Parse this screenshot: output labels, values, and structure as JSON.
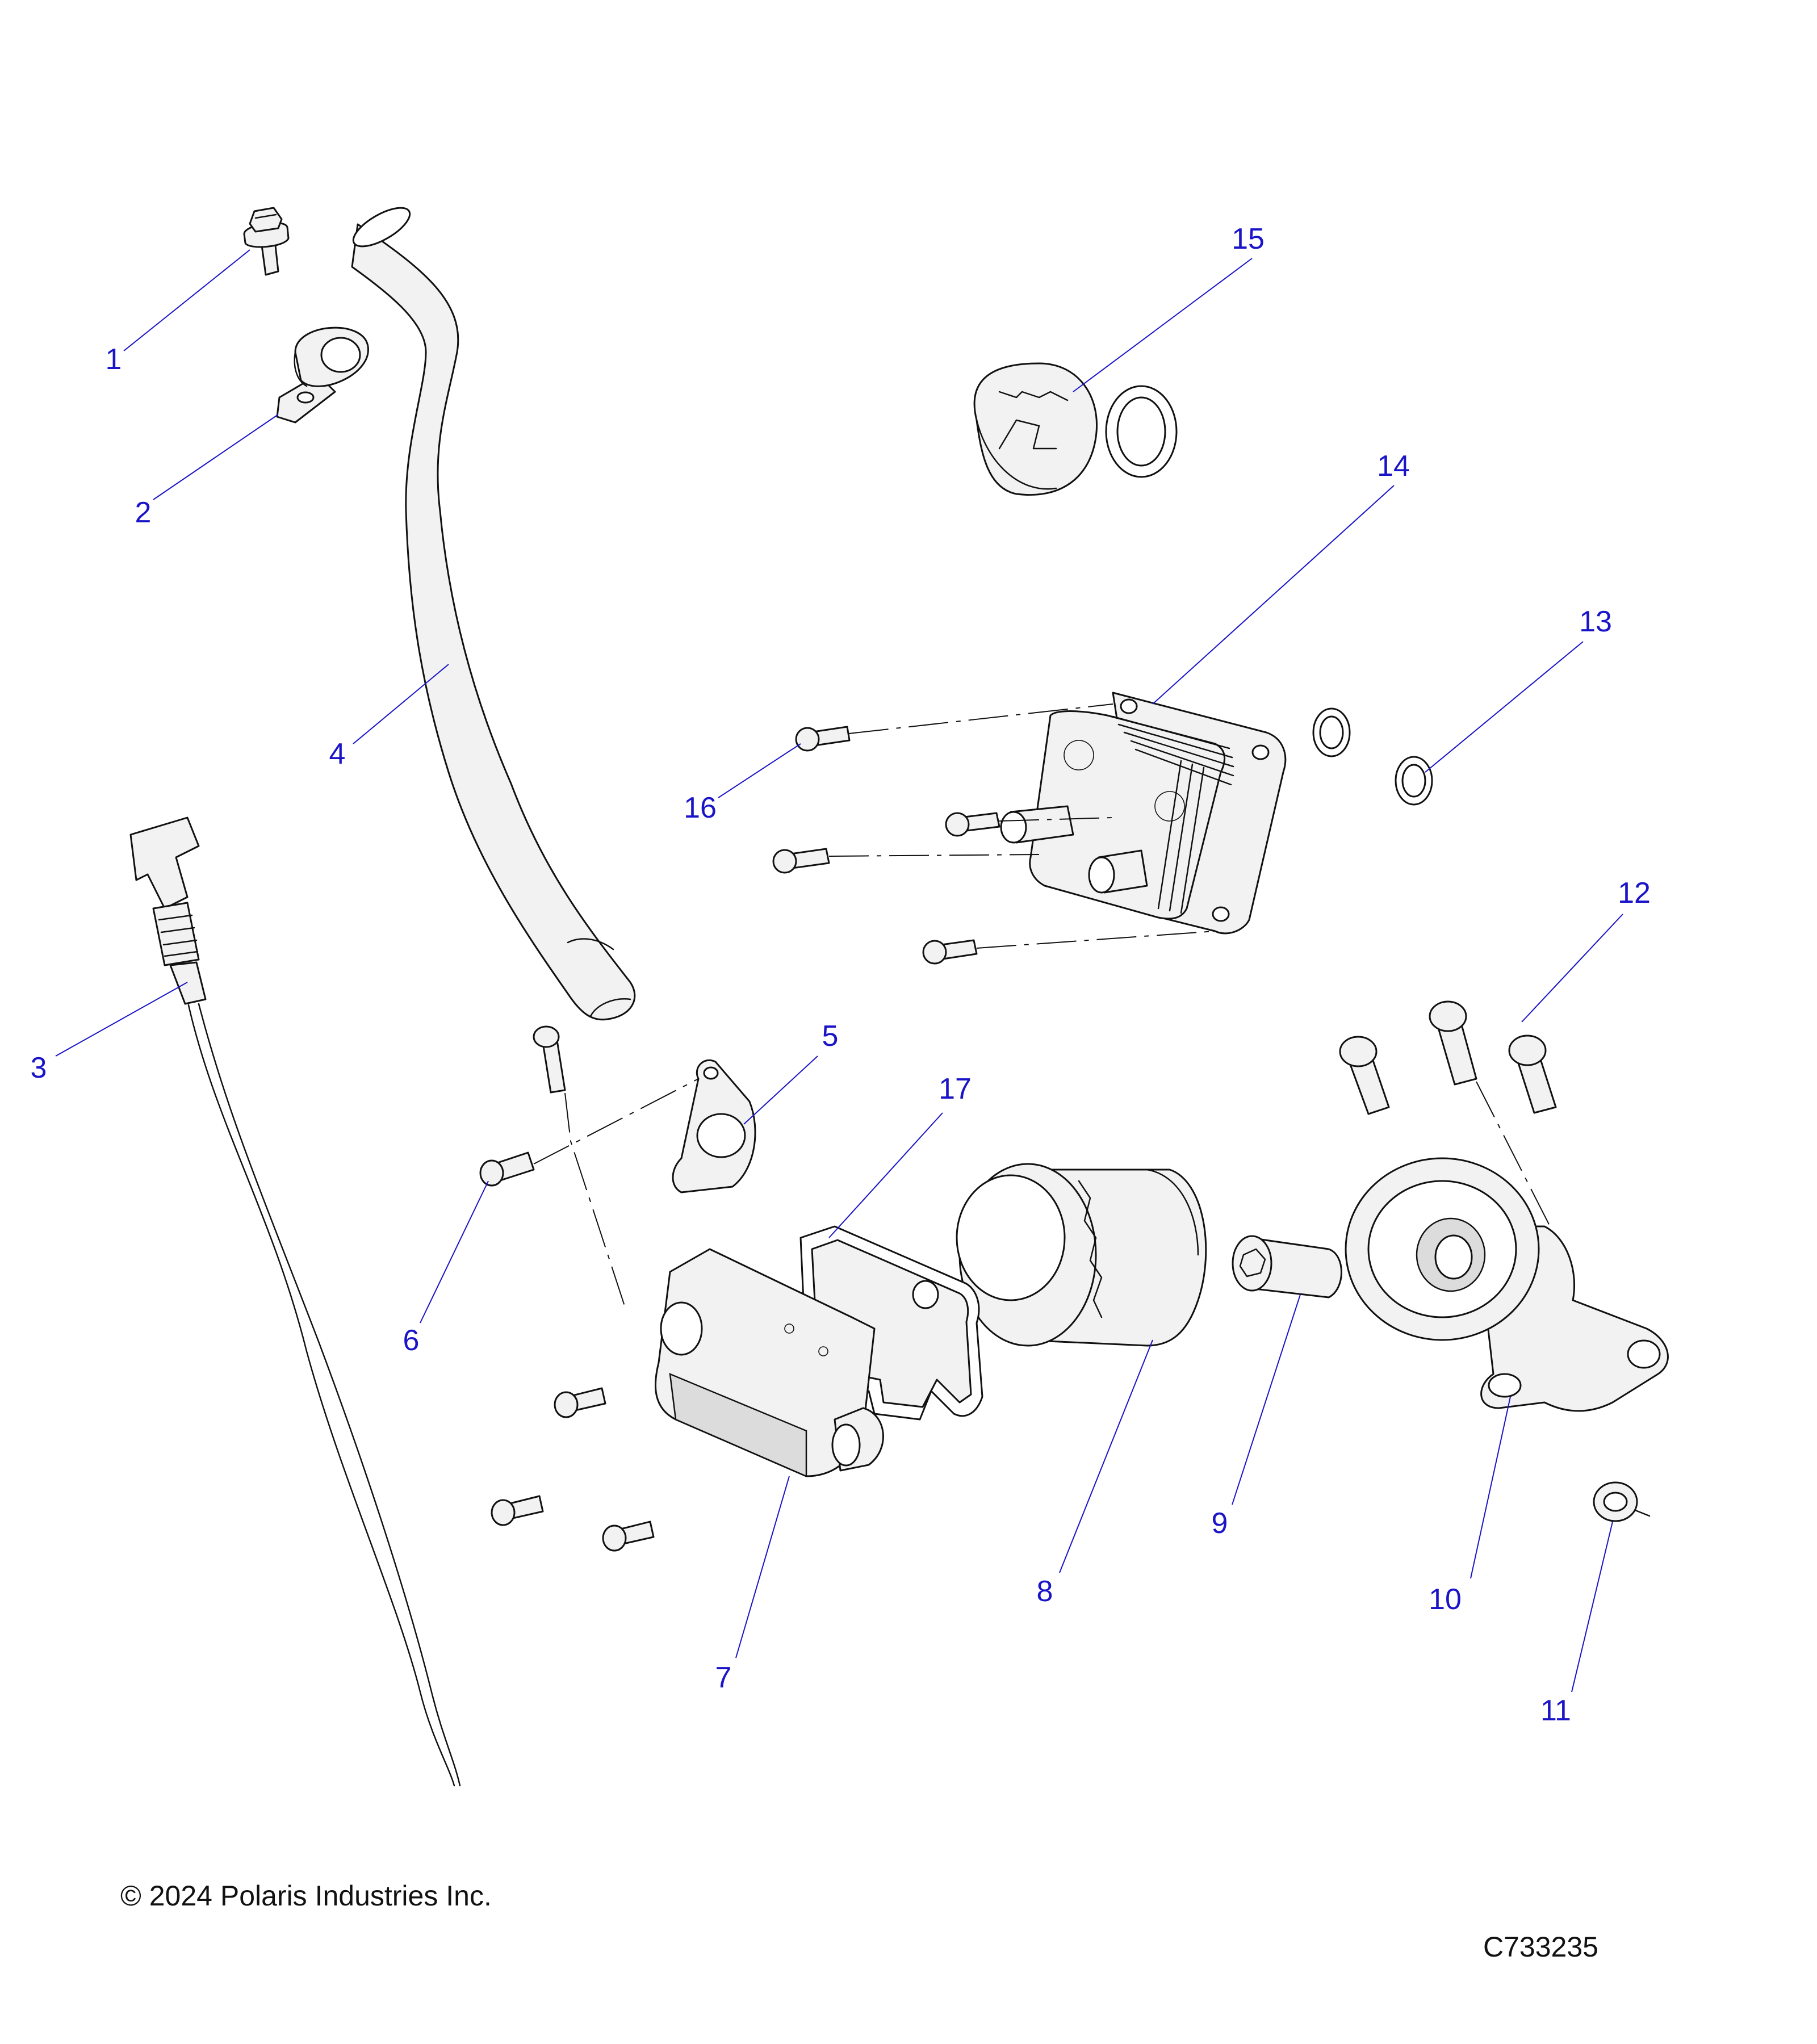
{
  "callout_color": "#1a14c8",
  "callouts": [
    {
      "id": "1",
      "label": "1"
    },
    {
      "id": "2",
      "label": "2"
    },
    {
      "id": "3",
      "label": "3"
    },
    {
      "id": "4",
      "label": "4"
    },
    {
      "id": "5",
      "label": "5"
    },
    {
      "id": "6",
      "label": "6"
    },
    {
      "id": "7",
      "label": "7"
    },
    {
      "id": "8",
      "label": "8"
    },
    {
      "id": "9",
      "label": "9"
    },
    {
      "id": "10",
      "label": "10"
    },
    {
      "id": "11",
      "label": "11"
    },
    {
      "id": "12",
      "label": "12"
    },
    {
      "id": "13",
      "label": "13"
    },
    {
      "id": "14",
      "label": "14"
    },
    {
      "id": "15",
      "label": "15"
    },
    {
      "id": "16",
      "label": "16"
    },
    {
      "id": "17",
      "label": "17"
    }
  ],
  "footer": {
    "copyright": "© 2024 Polaris Industries Inc.",
    "figure_id": "C733235"
  }
}
